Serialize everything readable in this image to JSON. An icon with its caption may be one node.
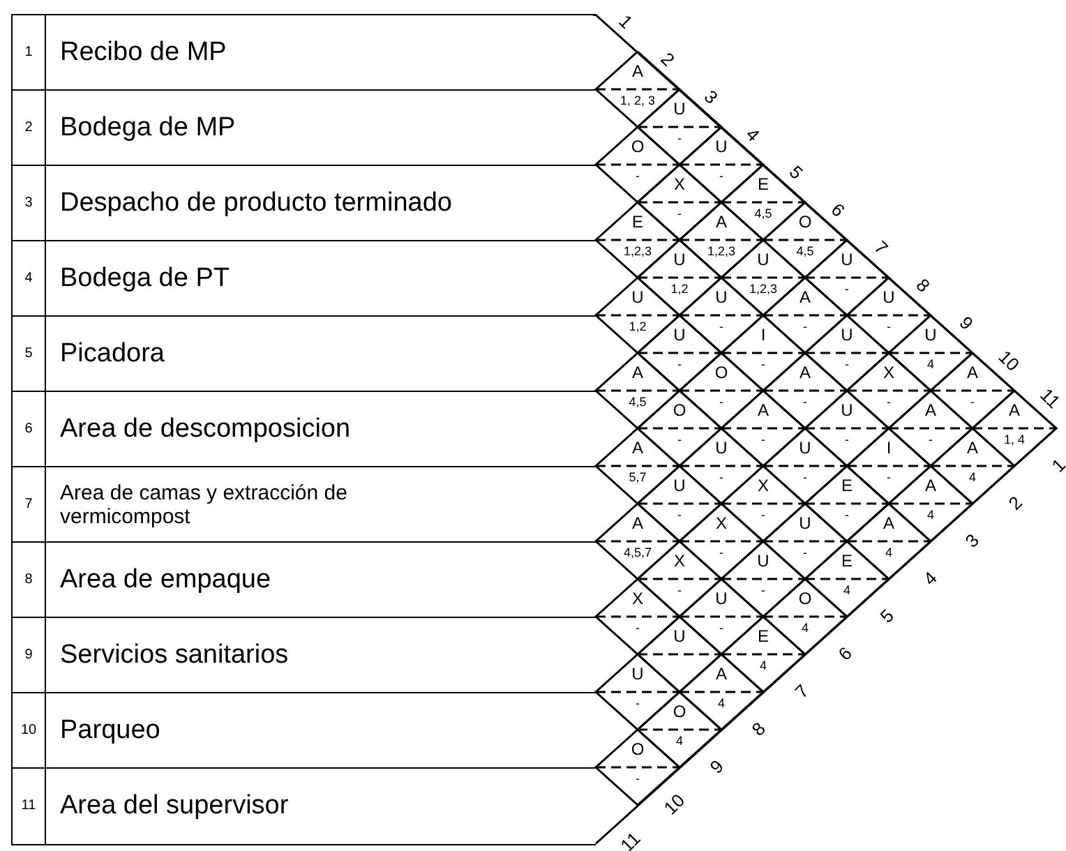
{
  "diagram": {
    "nodes": [
      {
        "text": [
          "1",
          "Recibo de MP"
        ]
      },
      {
        "text": [
          "2",
          "Bodega de MP"
        ]
      },
      {
        "text": [
          "3",
          "Despacho de producto terminado"
        ]
      },
      {
        "text": [
          "4",
          "Bodega de PT"
        ]
      },
      {
        "text": [
          "5",
          "Picadora"
        ]
      },
      {
        "text": [
          "6",
          "Area de descomposicion"
        ]
      },
      {
        "text": [
          "7",
          "Area de camas y extracción de vermicompost"
        ]
      },
      {
        "text": [
          "8",
          "Area de empaque"
        ]
      },
      {
        "text": [
          "9",
          "Servicios sanitarios"
        ]
      },
      {
        "text": [
          "10",
          "Parqueo"
        ]
      },
      {
        "text": [
          "11",
          "Area del supervisor"
        ]
      },
      {
        "text": [
          "A",
          "1, 2, 3"
        ]
      },
      {
        "text": [
          "U",
          "-"
        ]
      },
      {
        "text": [
          "U",
          "-"
        ]
      },
      {
        "text": [
          "E",
          "4,5"
        ]
      },
      {
        "text": [
          "O",
          "4,5"
        ]
      },
      {
        "text": [
          "U",
          "-"
        ]
      },
      {
        "text": [
          "U",
          "-"
        ]
      },
      {
        "text": [
          "U",
          "4"
        ]
      },
      {
        "text": [
          "A",
          "-"
        ]
      },
      {
        "text": [
          "A",
          "1, 4"
        ]
      },
      {
        "text": [
          "O",
          "-"
        ]
      },
      {
        "text": [
          "X",
          "-"
        ]
      },
      {
        "text": [
          "A",
          "1,2,3"
        ]
      },
      {
        "text": [
          "U",
          "1,2,3"
        ]
      },
      {
        "text": [
          "A",
          "-"
        ]
      },
      {
        "text": [
          "U",
          "-"
        ]
      },
      {
        "text": [
          "X",
          "-"
        ]
      },
      {
        "text": [
          "A",
          "-"
        ]
      },
      {
        "text": [
          "A",
          "4"
        ]
      },
      {
        "text": [
          "E",
          "1,2,3"
        ]
      },
      {
        "text": [
          "U",
          "1,2"
        ]
      },
      {
        "text": [
          "U",
          "-"
        ]
      },
      {
        "text": [
          "I",
          "-"
        ]
      },
      {
        "text": [
          "A",
          "-"
        ]
      },
      {
        "text": [
          "U",
          "-"
        ]
      },
      {
        "text": [
          "I",
          "-"
        ]
      },
      {
        "text": [
          "A",
          "4"
        ]
      },
      {
        "text": [
          "U",
          "1,2"
        ]
      },
      {
        "text": [
          "U",
          "-"
        ]
      },
      {
        "text": [
          "O",
          "-"
        ]
      },
      {
        "text": [
          "A",
          "-"
        ]
      },
      {
        "text": [
          "U",
          "-"
        ]
      },
      {
        "text": [
          "E",
          "-"
        ]
      },
      {
        "text": [
          "A",
          "4"
        ]
      },
      {
        "text": [
          "A",
          "4,5"
        ]
      },
      {
        "text": [
          "O",
          "-"
        ]
      },
      {
        "text": [
          "U",
          "-"
        ]
      },
      {
        "text": [
          "X",
          "-"
        ]
      },
      {
        "text": [
          "U",
          "-"
        ]
      },
      {
        "text": [
          "E",
          "4"
        ]
      },
      {
        "text": [
          "A",
          "5,7"
        ]
      },
      {
        "text": [
          "U",
          "-"
        ]
      },
      {
        "text": [
          "X",
          "-"
        ]
      },
      {
        "text": [
          "U",
          "-"
        ]
      },
      {
        "text": [
          "O",
          "4"
        ]
      },
      {
        "text": [
          "A",
          "4,5,7"
        ]
      },
      {
        "text": [
          "X",
          "-"
        ]
      },
      {
        "text": [
          "U",
          "-"
        ]
      },
      {
        "text": [
          "E",
          "4"
        ]
      },
      {
        "text": [
          "X",
          "-"
        ]
      },
      {
        "text": [
          "U"
        ]
      },
      {
        "text": [
          "A",
          "4"
        ]
      },
      {
        "text": [
          "U",
          "-"
        ]
      },
      {
        "text": [
          "O",
          "4"
        ]
      },
      {
        "text": [
          "O",
          "-"
        ]
      }
    ],
    "labels": [
      "1",
      "2",
      "3",
      "4",
      "5",
      "6",
      "7",
      "8",
      "9",
      "10",
      "11",
      "1",
      "2",
      "3",
      "4",
      "5",
      "6",
      "7",
      "8",
      "9",
      "10",
      "11"
    ]
  }
}
